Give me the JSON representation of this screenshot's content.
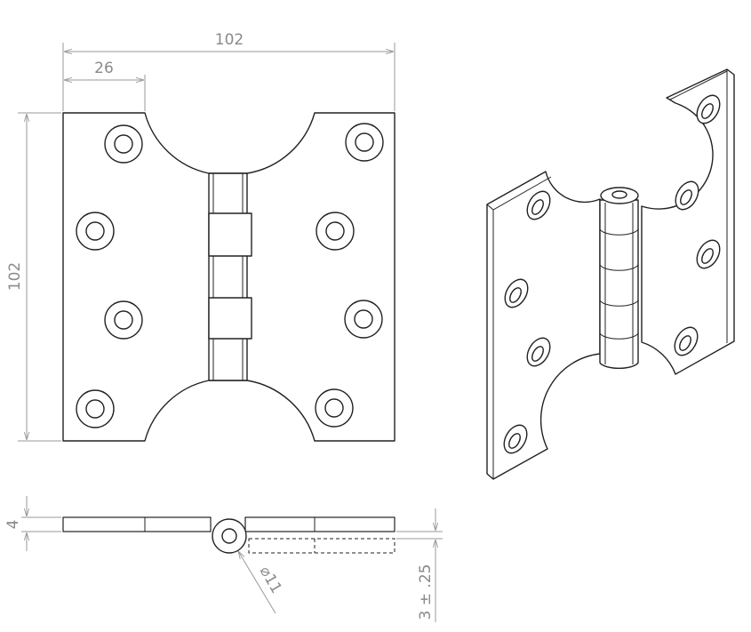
{
  "drawing": {
    "dimensions": {
      "overall_width": "102",
      "knuckle_offset": "26",
      "overall_height": "102",
      "leaf_thickness": "4",
      "pin_diameter": "⌀11",
      "open_gap": "3 ± .25"
    },
    "colors": {
      "outline": "#222222",
      "dimension": "#8a8a8a",
      "background": "#ffffff"
    }
  }
}
